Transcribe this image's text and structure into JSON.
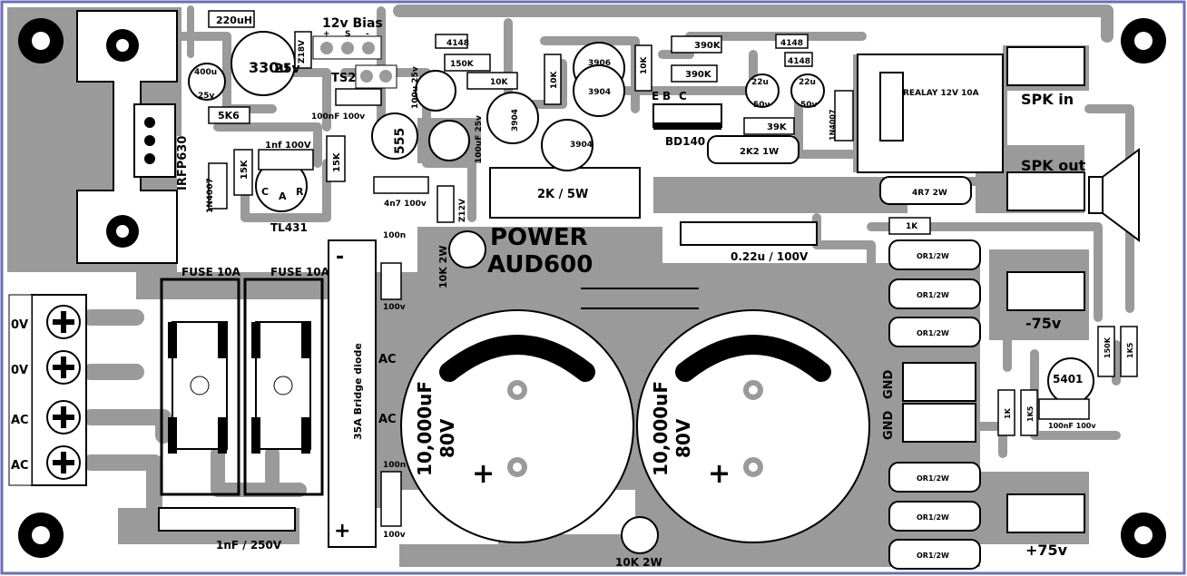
{
  "labels": {
    "bias": "12v Bias",
    "bias_plus": "+",
    "bias_s": "S",
    "bias_minus": "-",
    "ts2": "TS2",
    "l220": "220uH",
    "c330": "330u",
    "c330v": "25v",
    "z18": "Z18V",
    "c400": "400u",
    "c400v": "25v",
    "r5k6": "5K6",
    "irfp": "IRFP630",
    "c1nf": "1nf",
    "c1nfv": "100V",
    "r15a": "15K",
    "r15b": "15K",
    "d1n4007a": "1N4007",
    "tl431": "TL431",
    "tl_c": "C",
    "tl_a": "A",
    "tl_r": "R",
    "c100nf": "100nF 100v",
    "ic555": "555",
    "c4n7": "4n7 100v",
    "c100u1": "100u 25v",
    "c100u2": "100uF 25v",
    "z12": "Z12V",
    "d4148a": "4148",
    "r150k": "150K",
    "r10ka": "10K",
    "r10kb": "10K",
    "r10kc": "10K",
    "q3904a": "3904",
    "q3904b": "3904",
    "q3904c": "3904",
    "q3906": "3906",
    "r390a": "390K",
    "r390b": "390K",
    "d4148b": "4148",
    "d4148c": "4148",
    "bd140": "BD140",
    "pin_e": "E",
    "pin_c": "C",
    "pin_b": "B",
    "c22a": "22u",
    "c22av": "50v",
    "c22b": "22u",
    "c22bv": "50v",
    "r39k": "39K",
    "r2k2": "2K2 1W",
    "d1n4007b": "1N4007",
    "relay": "REALAY 12V 10A",
    "spk_in": "SPK in",
    "spk_out": "SPK out",
    "r2k5w": "2K / 5W",
    "r4r7": "4R7 2W",
    "r1ka": "1K",
    "c022": "0.22u / 100V",
    "power": "POWER",
    "aud": "AUD600",
    "r10k2wa": "10K 2W",
    "r10k2wb": "10K 2W",
    "fuse1": "FUSE 10A",
    "fuse2": "FUSE 10A",
    "t0v1": "0V",
    "t0v2": "0V",
    "tac1": "AC",
    "tac2": "AC",
    "bridge": "35A Bridge diode",
    "br_ac1": "AC",
    "br_ac2": "AC",
    "br_minus": "-",
    "br_plus": "+",
    "c100na": "100n",
    "c100nav": "100v",
    "c100nb": "100n",
    "c100nbv": "100v",
    "cap1": "10,000uF",
    "cap1v": "80V",
    "cap2": "10,000uF",
    "cap2v": "80V",
    "cap_plus": "+",
    "gnd1": "GND",
    "gnd2": "GND",
    "or1": "OR1/2W",
    "or2": "OR1/2W",
    "or3": "OR1/2W",
    "or4": "OR1/2W",
    "or5": "OR1/2W",
    "or6": "OR1/2W",
    "m75": "-75v",
    "p75": "+75v",
    "q5401": "5401",
    "r150kb": "150K",
    "r1k5a": "1K5",
    "r1kb": "1K",
    "r1k5b": "1K5",
    "c100nfb": "100nF 100v",
    "c1nf250": "1nF / 250V"
  }
}
